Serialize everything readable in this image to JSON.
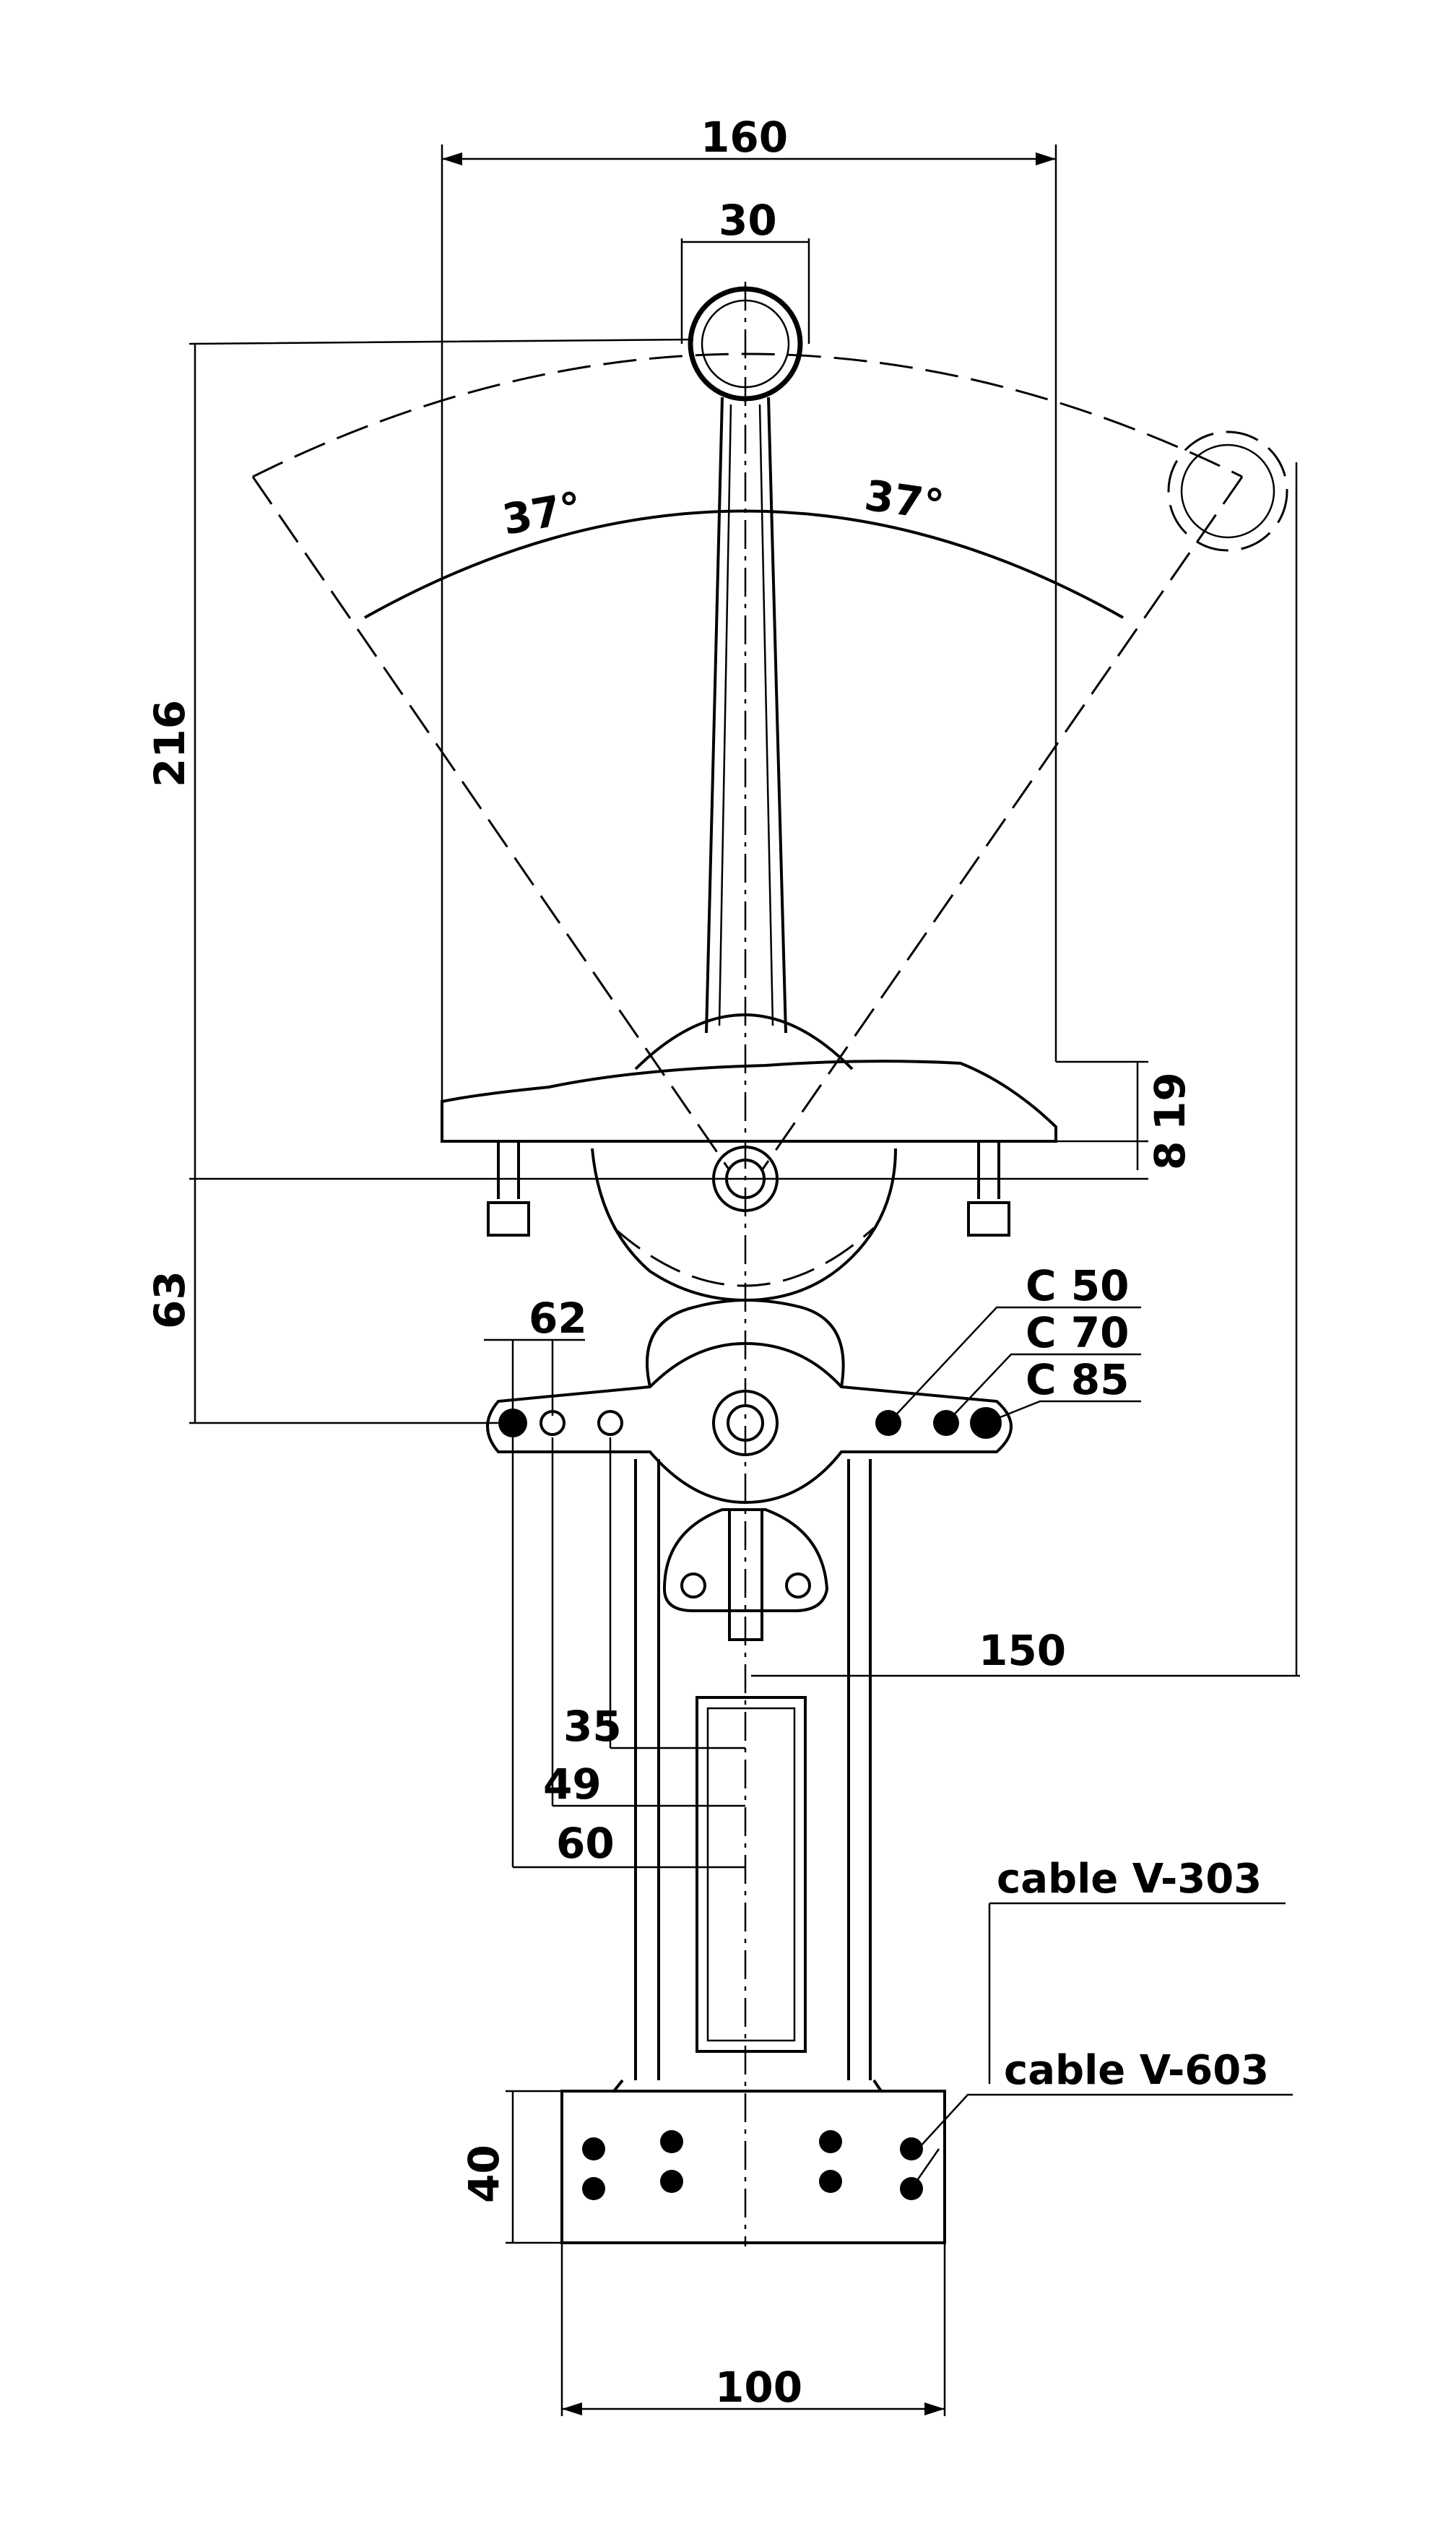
{
  "drawing": {
    "dimensions": {
      "overall_width": "160",
      "ring_diameter": "30",
      "lever_height": "216",
      "angle_left": "37°",
      "angle_right": "37°",
      "flange_thickness": "19",
      "flange_offset": "8",
      "pivot_drop": "63",
      "hole_pitch": "62",
      "travel_150": "150",
      "travel_35": "35",
      "travel_49": "49",
      "travel_60": "60",
      "base_height": "40",
      "base_width": "100"
    },
    "holes": {
      "c50": "C 50",
      "c70": "C 70",
      "c85": "C 85"
    },
    "cables": {
      "upper": "cable V-303",
      "lower": "cable V-603"
    }
  }
}
